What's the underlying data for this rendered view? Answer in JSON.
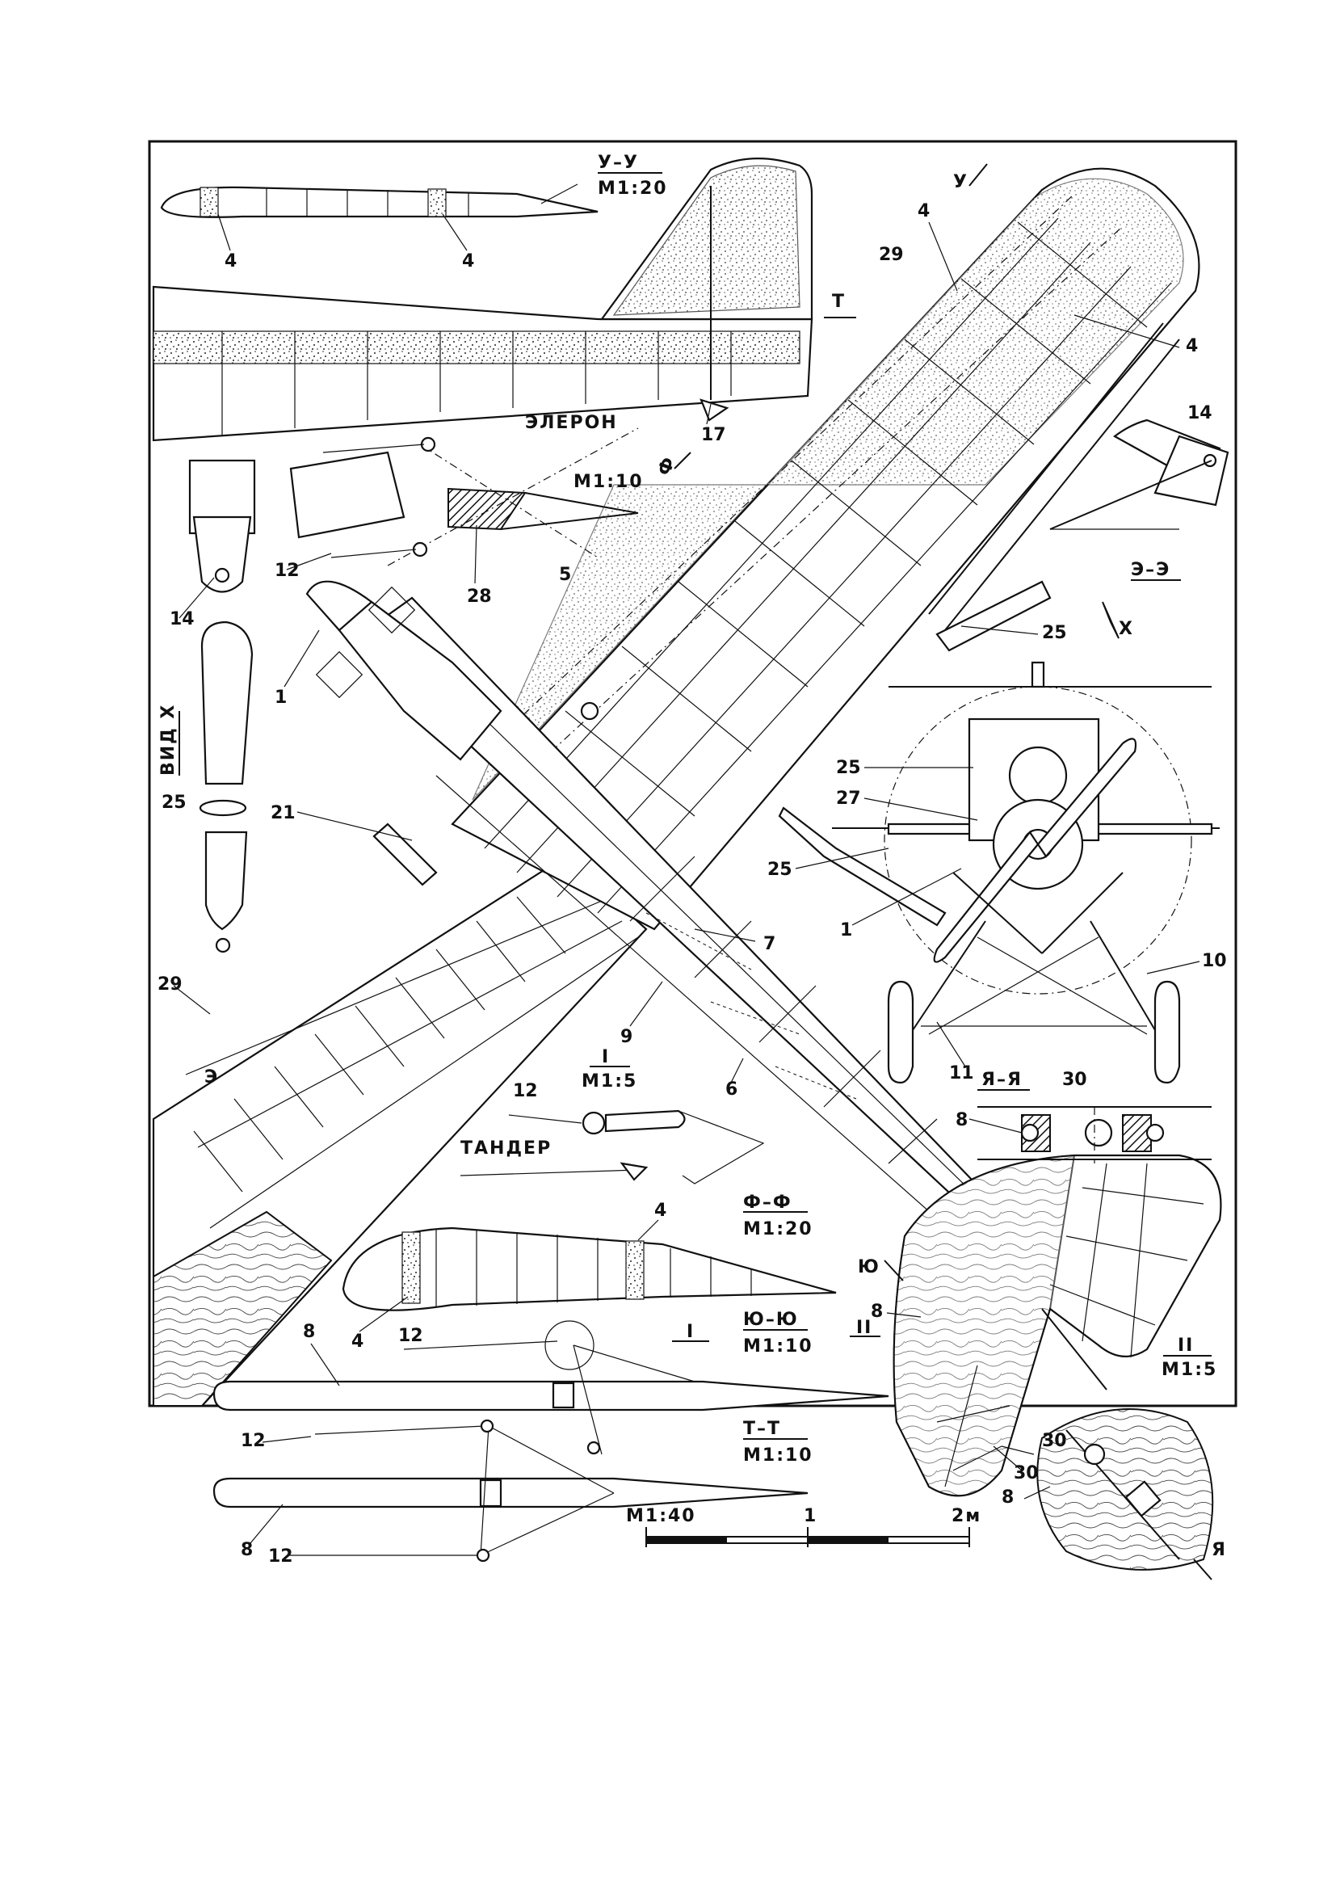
{
  "labels": {
    "wing_section": "У–У",
    "wing_section_scale": "М1:20",
    "tail_marker": "Т",
    "aileron": "ЭЛЕРОН",
    "aileron_scale": "М1:10",
    "view_x": "ВИД Х",
    "x_arrow": "Х",
    "u_cut": "У",
    "f_cut": "Ф",
    "e_section": "Э–Э",
    "e_cut": "Э",
    "detail_i": "I",
    "detail_i_scale": "М1:5",
    "tander": "ТАНДЕР",
    "ff_section": "Ф–Ф",
    "ff_scale": "М1:20",
    "yu_cut": "Ю",
    "yu_section": "Ю–Ю",
    "yu_scale": "М1:10",
    "tt_section": "Т–Т",
    "tt_scale": "М1:10",
    "ya_section": "Я–Я",
    "ya_cut": "Я",
    "detail_ii": "II",
    "detail_ii_scale": "М1:5",
    "i_marker": "I",
    "ii_marker": "II",
    "scale_title": "М1:40",
    "scale_mid": "1",
    "scale_end": "2м"
  },
  "callouts": {
    "c1": "1",
    "c4": "4",
    "c5": "5",
    "c6": "6",
    "c7": "7",
    "c8": "8",
    "c9": "9",
    "c10": "10",
    "c11": "11",
    "c12": "12",
    "c14": "14",
    "c17": "17",
    "c21": "21",
    "c25": "25",
    "c27": "27",
    "c28": "28",
    "c29": "29",
    "c30": "30"
  }
}
